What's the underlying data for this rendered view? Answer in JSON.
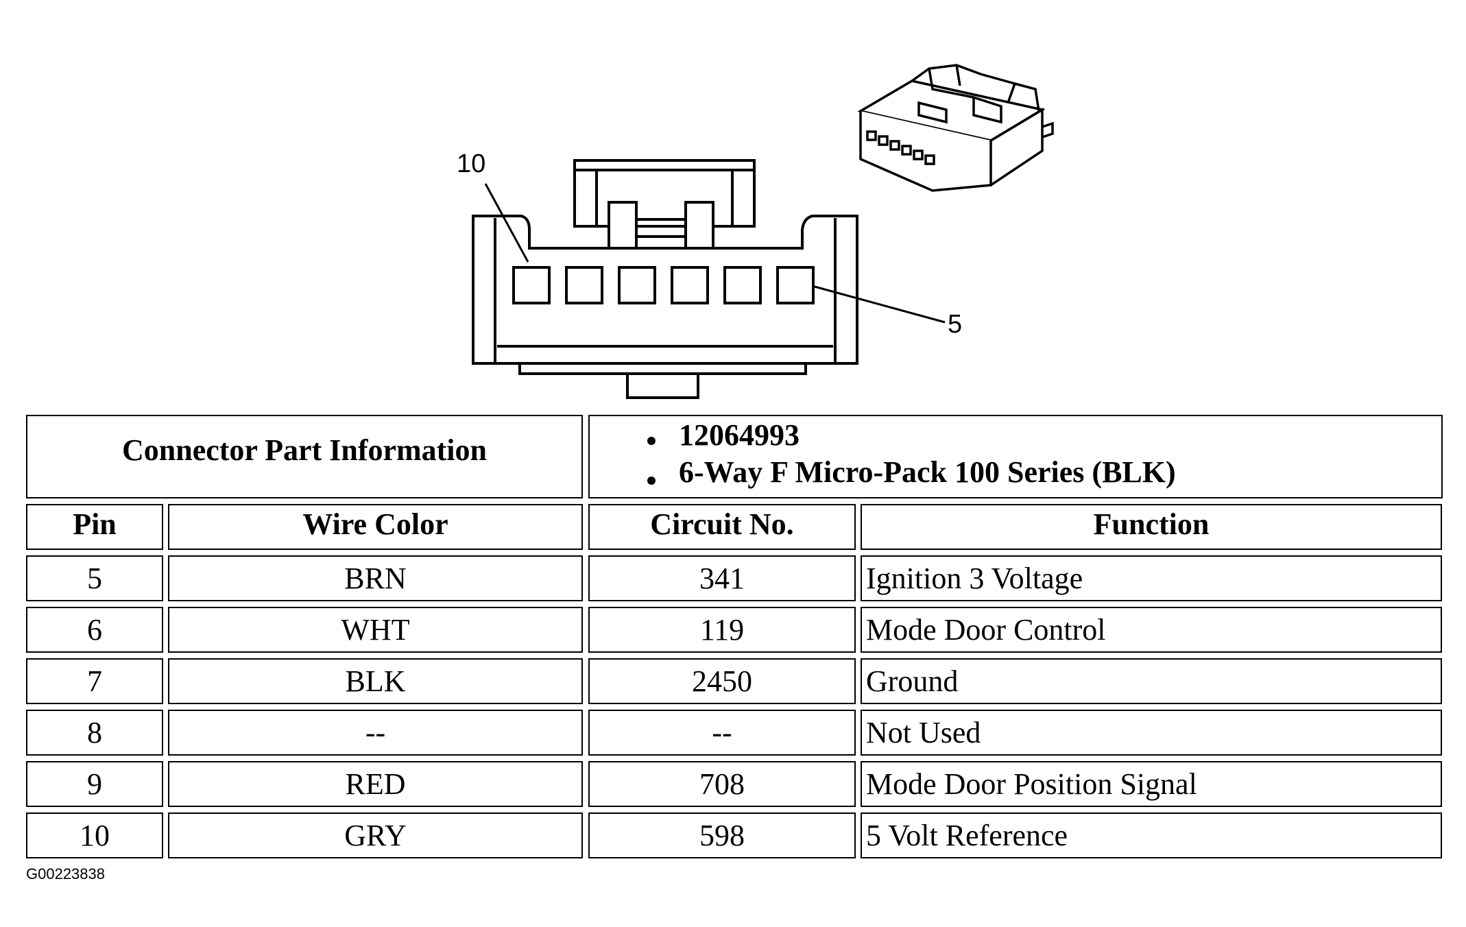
{
  "diagram": {
    "pin_label_left": "10",
    "pin_label_right": "5",
    "cavity_count": 6
  },
  "part_info": {
    "label": "Connector Part Information",
    "items": [
      "12064993",
      "6-Way F Micro-Pack 100 Series (BLK)"
    ]
  },
  "table": {
    "headers": [
      "Pin",
      "Wire Color",
      "Circuit No.",
      "Function"
    ],
    "rows": [
      [
        "5",
        "BRN",
        "341",
        "Ignition 3 Voltage"
      ],
      [
        "6",
        "WHT",
        "119",
        "Mode Door Control"
      ],
      [
        "7",
        "BLK",
        "2450",
        "Ground"
      ],
      [
        "8",
        "--",
        "--",
        "Not Used"
      ],
      [
        "9",
        "RED",
        "708",
        "Mode Door Position Signal"
      ],
      [
        "10",
        "GRY",
        "598",
        "5 Volt Reference"
      ]
    ]
  },
  "figure_code": "G00223838"
}
